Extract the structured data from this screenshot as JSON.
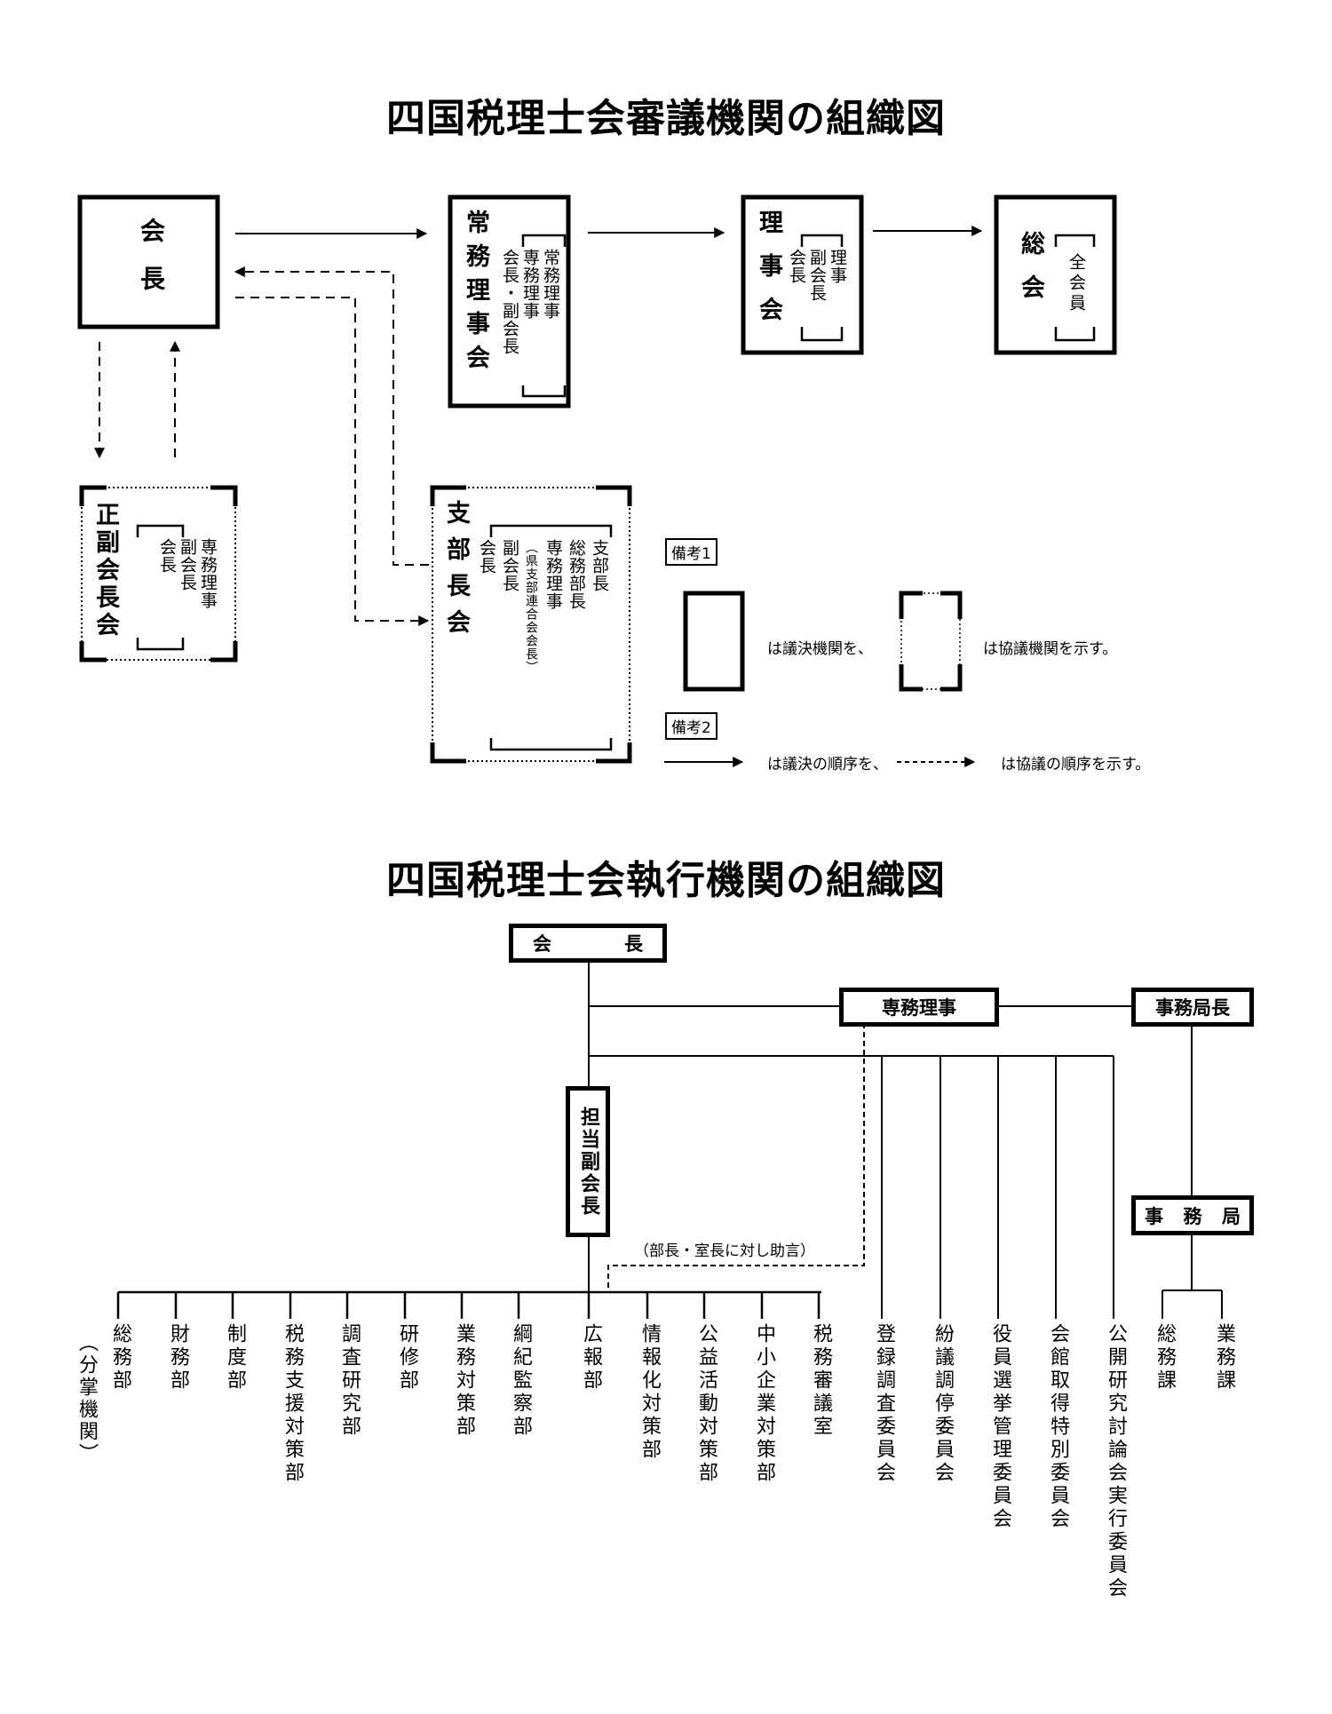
{
  "deliberative": {
    "title": "四国税理士会審議機関の組織図",
    "president": {
      "label": "会長"
    },
    "executive_board": {
      "label": "常務理事会",
      "members": [
        "常務理事",
        "専務理事",
        "会長・副会長"
      ]
    },
    "board": {
      "label": "理事会",
      "members": [
        "理事",
        "副会長",
        "会長"
      ]
    },
    "general_assembly": {
      "label": "総会",
      "members": [
        "全会員"
      ]
    },
    "vp_council": {
      "label": "正副会長会",
      "members": [
        "専務理事",
        "副会長",
        "会長"
      ]
    },
    "branch_council": {
      "label": "支部長会",
      "members": [
        "支部長",
        "総務部長",
        "専務理事",
        "（県支部連合会会長）",
        "副会長",
        "会長"
      ]
    },
    "legend": {
      "note1_tag": "備考1",
      "note1_solid_text": "は議決機関を、",
      "note1_dotted_text": "は協議機関を示す。",
      "note2_tag": "備考2",
      "note2_solid_text": "は議決の順序を、",
      "note2_dotted_text": "は協議の順序を示す。"
    }
  },
  "executive": {
    "title": "四国税理士会執行機関の組織図",
    "president": {
      "chars": [
        "会",
        "長"
      ]
    },
    "managing_director": {
      "label": "専務理事"
    },
    "secretariat_chief": {
      "label": "事務局長"
    },
    "vp_in_charge": {
      "label": "担当副会長"
    },
    "secretariat": {
      "chars": [
        "事",
        "務",
        "局"
      ]
    },
    "advice_note": "（部長・室長に対し助言）",
    "divisions_note": "（分掌機関）",
    "departments": [
      "総務部",
      "財務部",
      "制度部",
      "税務支援対策部",
      "調査研究部",
      "研修部",
      "業務対策部",
      "綱紀監察部",
      "広報部",
      "情報化対策部",
      "公益活動対策部",
      "中小企業対策部",
      "税務審議室"
    ],
    "committees": [
      "登録調査委員会",
      "紛議調停委員会",
      "役員選挙管理委員会",
      "会館取得特別委員会",
      "公開研究討論会実行委員会"
    ],
    "secretariat_sections": [
      "総務課",
      "業務課"
    ]
  }
}
